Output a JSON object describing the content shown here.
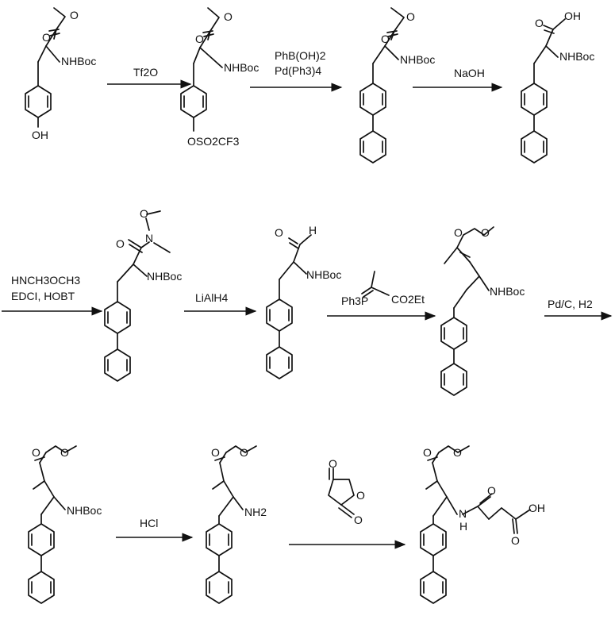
{
  "reagents": [
    "Tf2O",
    "PhB(OH)2",
    "Pd(Ph3)4",
    "NaOH",
    "HNCH3OCH3",
    "EDCI, HOBT",
    "LiAlH4",
    "Ph3P",
    "CO2Et",
    "Pd/C, H2",
    "HCl"
  ],
  "labels": {
    "NHBoc": "NHBoc",
    "OMe_O": "O",
    "OH": "OH",
    "OTf": "OSO2CF3",
    "N": "N",
    "H": "H",
    "NH": "N",
    "NH_H": "H",
    "NH2": "NH2"
  }
}
